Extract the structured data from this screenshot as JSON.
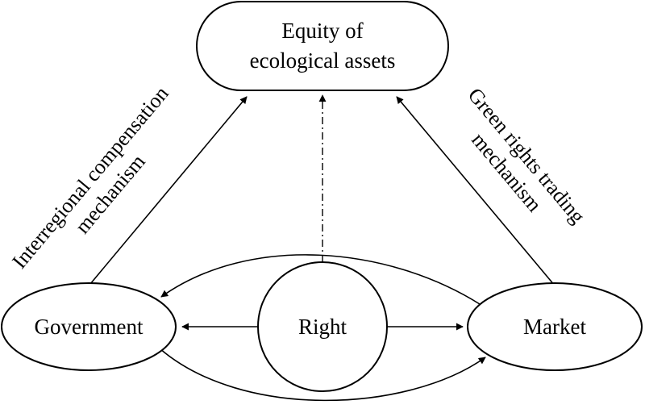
{
  "diagram": {
    "nodes": {
      "equity": {
        "lines": [
          "Equity of",
          "ecological assets"
        ]
      },
      "government": {
        "label": "Government"
      },
      "right": {
        "label": "Right"
      },
      "market": {
        "label": "Market"
      }
    },
    "edge_labels": {
      "left": {
        "lines": [
          "Interregional compensation",
          "mechanism"
        ]
      },
      "right": {
        "lines": [
          "Green rights trading",
          "mechanism"
        ]
      }
    }
  }
}
